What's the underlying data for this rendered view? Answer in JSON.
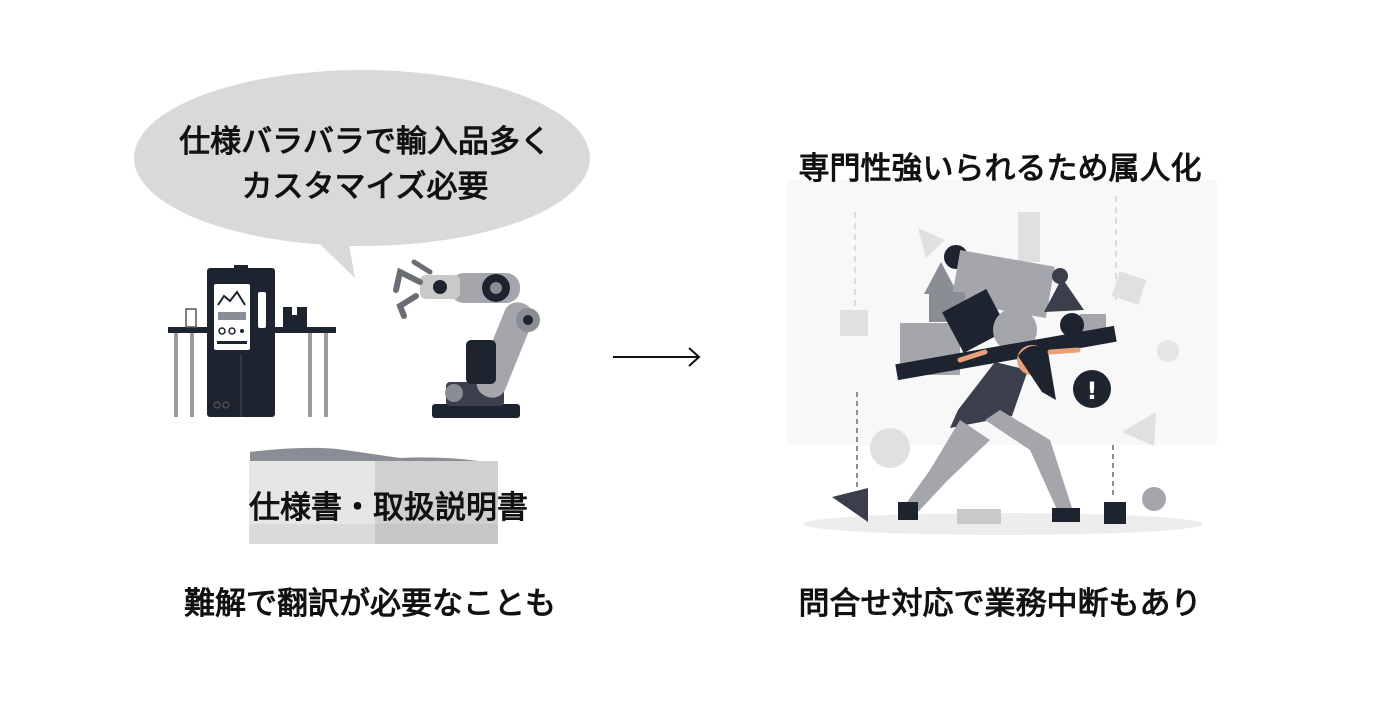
{
  "left": {
    "bubble": {
      "line1": "仕様バラバラで輸入品多く",
      "line2": "カスタマイズ必要"
    },
    "documents_label": "仕様書・取扱説明書",
    "caption": "難解で翻訳が必要なことも"
  },
  "right": {
    "title": "専門性強いられるため属人化",
    "caption": "問合せ対応で業務中断もあり",
    "alert_symbol": "!"
  },
  "icons": {
    "machine": "industrial-machine-icon",
    "robot_arm": "robot-arm-icon",
    "arrow": "right-arrow-icon",
    "person": "overloaded-person-illustration"
  },
  "colors": {
    "bubble": "#d9d9d9",
    "dark": "#1e2330",
    "mid_gray": "#8a8d93",
    "light_gray": "#c9c9c9"
  }
}
